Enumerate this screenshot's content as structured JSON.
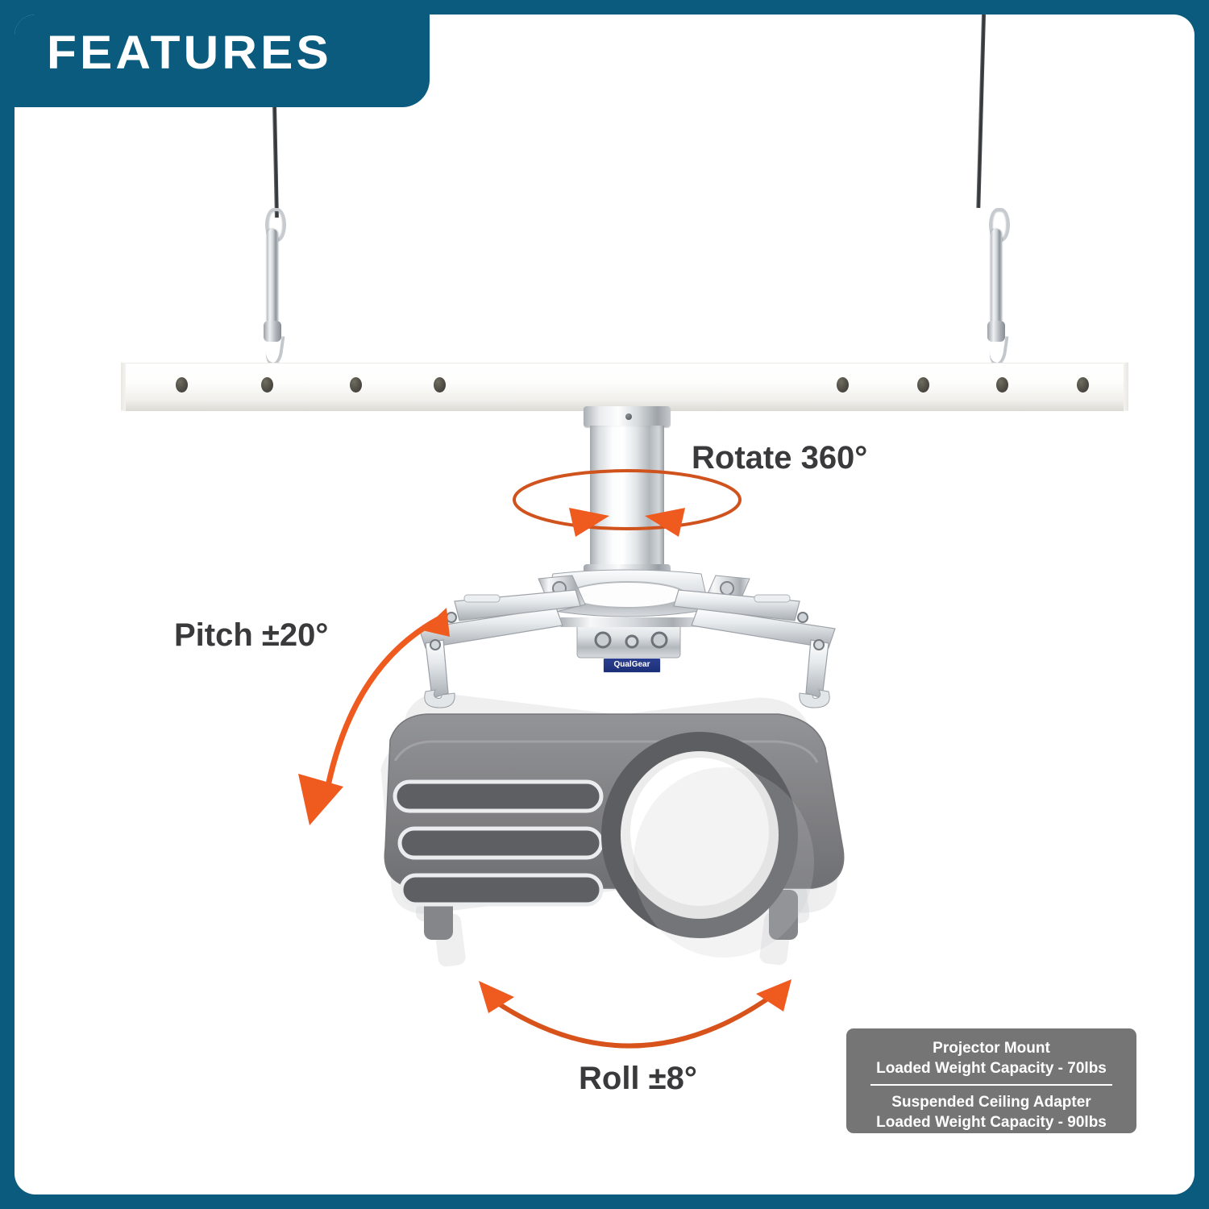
{
  "theme": {
    "frame_color": "#0b5b7e",
    "banner_color": "#0b5b7e",
    "accent_arrow_color": "#ef5a1f",
    "label_text_color": "#3a3a3c",
    "capacity_box_color": "#757575",
    "brand_badge_color": "#23358a",
    "projector_body_color": "#808083",
    "bar_color": "#ffffff"
  },
  "header": {
    "title": "FEATURES"
  },
  "brand": {
    "badge_label": "QualGear",
    "badge_label_bracket": "QualGear"
  },
  "annotations": {
    "rotate": {
      "label": "Rotate 360°",
      "icon": "rotation-ring-arrows-icon"
    },
    "pitch": {
      "label": "Pitch ±20°",
      "icon": "curved-double-arrow-icon"
    },
    "roll": {
      "label": "Roll ±8°",
      "icon": "curved-double-arrow-icon"
    }
  },
  "capacity": {
    "mount_title": "Projector Mount",
    "mount_capacity": "Loaded Weight Capacity - 70lbs",
    "adapter_title": "Suspended Ceiling Adapter",
    "adapter_capacity": "Loaded Weight Capacity - 90lbs"
  },
  "hardware": {
    "ceiling_bar_name": "suspended-ceiling-bar",
    "bar_hole_positions": [
      62,
      168,
      278,
      382,
      882,
      982,
      1080,
      1180
    ],
    "cable_left_name": "suspension-cable-left",
    "cable_right_name": "suspension-cable-right",
    "gripper_left_name": "cable-gripper-left",
    "gripper_right_name": "cable-gripper-right"
  },
  "diagram": {
    "column_name": "extension-column",
    "bracket_name": "projector-bracket-assembly",
    "projector_name": "projector-silhouette",
    "lens_name": "projector-lens",
    "vents_name": "projector-vent-slots"
  }
}
